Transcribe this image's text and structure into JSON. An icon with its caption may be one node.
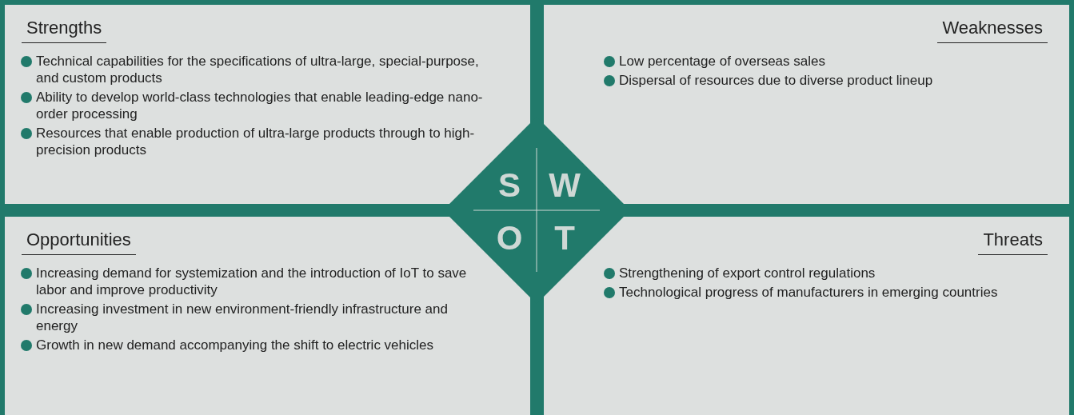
{
  "diagram": {
    "nodes": [
      {
        "text": [
          "Strengths",
          "Technical capabilities for the specifications of ultra-large, special-purpose, and custom products",
          "Ability to develop world-class technologies that enable leading-edge nano-order processing",
          "Resources that enable production of ultra-large products through to high-precision products"
        ]
      },
      {
        "text": [
          "Weaknesses",
          "Low percentage of overseas sales",
          "Dispersal of resources due to diverse product lineup"
        ]
      },
      {
        "text": [
          "Opportunities",
          "Increasing demand for systemization and the introduction of IoT to save labor and improve productivity",
          "Increasing investment in new environment-friendly infrastructure and energy",
          "Growth in new demand accompanying the shift to electric vehicles"
        ]
      },
      {
        "text": [
          "Threats",
          "Strengthening of export control regulations",
          "Technological progress of manufacturers in emerging countries"
        ]
      },
      {
        "text": [
          "S",
          "W",
          "O",
          "T"
        ]
      }
    ]
  }
}
